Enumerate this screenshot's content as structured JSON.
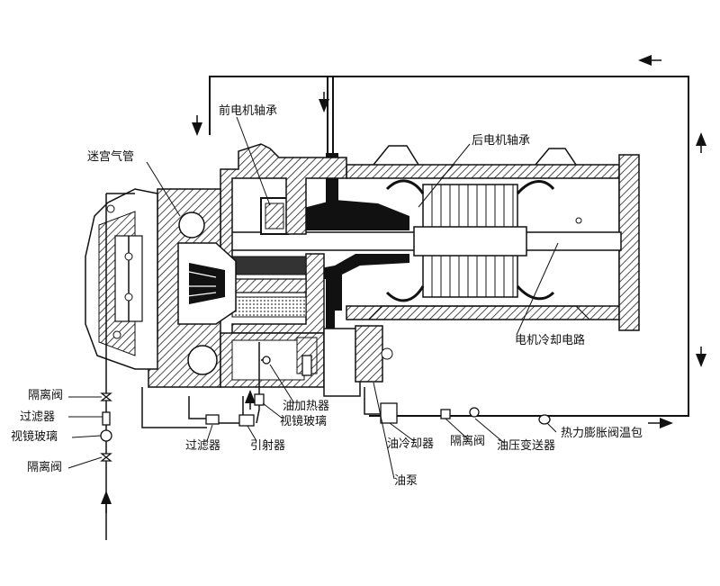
{
  "labels": {
    "front_bearing": "前电机轴承",
    "rear_bearing": "后电机轴承",
    "labyrinth": "迷宫气管",
    "motor_cooling": "电机冷却电路",
    "isolation_valve_left_top": "隔离阀",
    "filter_left": "过滤器",
    "sight_glass_left": "视镜玻璃",
    "isolation_valve_left_bottom": "隔离阀",
    "oil_heater": "油加热器",
    "sight_glass_mid": "视镜玻璃",
    "filter_bottom": "过滤器",
    "ejector": "引射器",
    "oil_cooler": "油冷却器",
    "isolation_valve_bottom": "隔离阀",
    "pressure_transmitter": "油压变送器",
    "expansion_valve_bulb": "热力膨胀阀温包",
    "oil_pump": "油泵"
  },
  "colors": {
    "line": "#111111",
    "hatch": "#222222",
    "background": "#ffffff"
  }
}
